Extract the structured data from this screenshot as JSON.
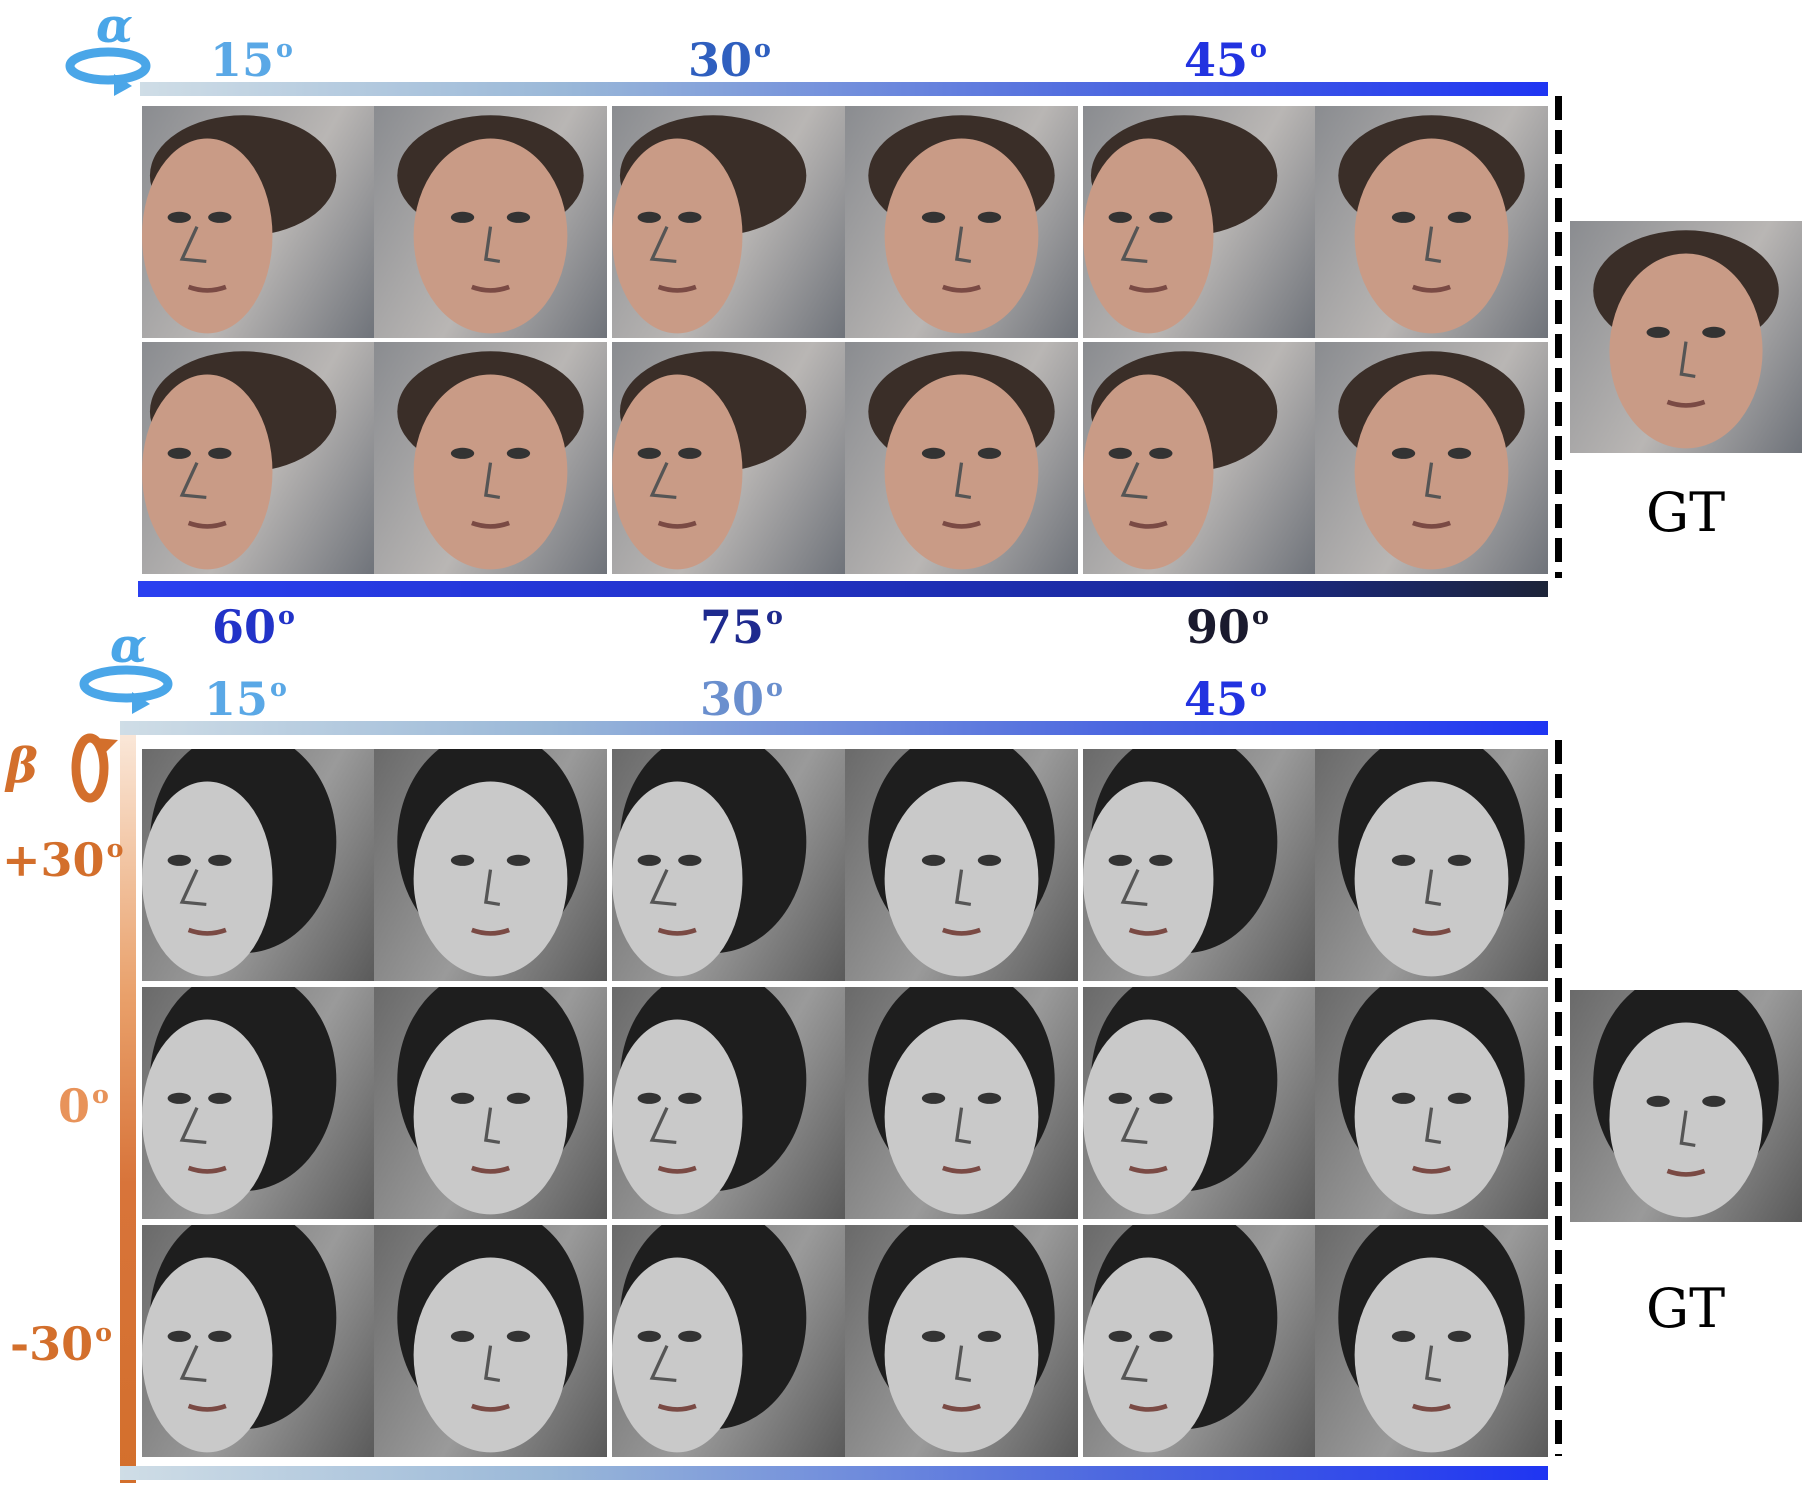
{
  "top_panel": {
    "rotation_symbol": "α",
    "top_labels": [
      {
        "num": "15",
        "deg": "o",
        "color": "#5aa8e6"
      },
      {
        "num": "30",
        "deg": "o",
        "color": "#2f5fbf"
      },
      {
        "num": "45",
        "deg": "o",
        "color": "#2233e0"
      }
    ],
    "bottom_labels": [
      {
        "num": "60",
        "deg": "o",
        "color": "#2233c8"
      },
      {
        "num": "75",
        "deg": "o",
        "color": "#1e2a8e"
      },
      {
        "num": "90",
        "deg": "o",
        "color": "#1a1a2e"
      }
    ],
    "gt_label": "GT"
  },
  "bottom_panel": {
    "rotation_symbol": "α",
    "pitch_symbol": "β",
    "top_labels": [
      {
        "num": "15",
        "deg": "o",
        "color": "#5aa8e6"
      },
      {
        "num": "30",
        "deg": "o",
        "color": "#6a8fce"
      },
      {
        "num": "45",
        "deg": "o",
        "color": "#2233e0"
      }
    ],
    "pitch_labels": [
      {
        "num": "+30",
        "deg": "o",
        "color": "#d36f2c"
      },
      {
        "num": "0",
        "deg": "o",
        "color": "#e8935a"
      },
      {
        "num": "-30",
        "deg": "o",
        "color": "#d36f2c"
      }
    ],
    "gt_label": "GT"
  },
  "colors": {
    "alpha_icon": "#4aa6e8",
    "beta_icon": "#d36f2c"
  }
}
